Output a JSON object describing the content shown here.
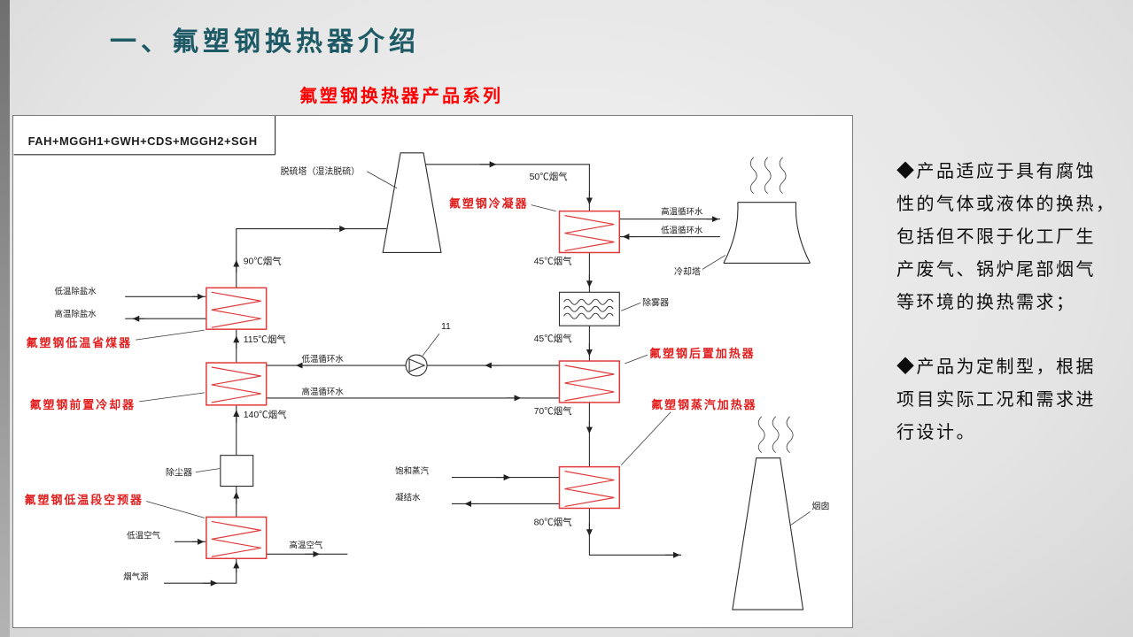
{
  "slide": {
    "title": "一、氟塑钢换热器介绍",
    "subtitle": "氟塑钢换热器产品系列"
  },
  "diagram": {
    "system_code": "FAH+MGGH1+GWH+CDS+MGGH2+SGH",
    "labels": {
      "desulfurization_tower": "脱硫塔（湿法脱硫）",
      "flue_50": "50℃烟气",
      "flue_45_upper": "45℃烟气",
      "flue_45_lower": "45℃烟气",
      "flue_70": "70℃烟气",
      "flue_80": "80℃烟气",
      "flue_90": "90℃烟气",
      "flue_115": "115℃烟气",
      "flue_140": "140℃烟气",
      "condenser": "氟塑钢冷凝器",
      "economizer": "氟塑钢低温省煤器",
      "precooler": "氟塑钢前置冷却器",
      "air_preheater": "氟塑钢低温段空预器",
      "reheater": "氟塑钢后置加热器",
      "steam_heater": "氟塑钢蒸汽加热器",
      "hot_circulating_water_top": "高温循环水",
      "cold_circulating_water_top": "低温循环水",
      "cold_circulating_water_mid": "低温循环水",
      "hot_circulating_water_mid": "高温循环水",
      "cooling_tower": "冷却塔",
      "demister": "除雾器",
      "dust_collector": "除尘器",
      "cold_demin_water": "低温除盐水",
      "hot_demin_water": "高温除盐水",
      "saturated_steam": "饱和蒸汽",
      "condensate": "凝结水",
      "cold_air": "低温空气",
      "hot_air": "高温空气",
      "flue_gas_source": "烟气源",
      "chimney": "烟囱",
      "pump_tag": "11"
    }
  },
  "notes": {
    "lines": [
      "◆产品适应于具有腐蚀",
      "性的气体或液体的换热，",
      "包括但不限于化工厂生",
      "产废气、锅炉尾部烟气",
      "等环境的换热需求；",
      "◆产品为定制型，根据",
      "项目实际工况和需求进",
      "行设计。"
    ]
  },
  "colors": {
    "title_teal": "#1d5a66",
    "accent_red": "#e21f1f",
    "diagram_line": "#2b2b2b"
  }
}
